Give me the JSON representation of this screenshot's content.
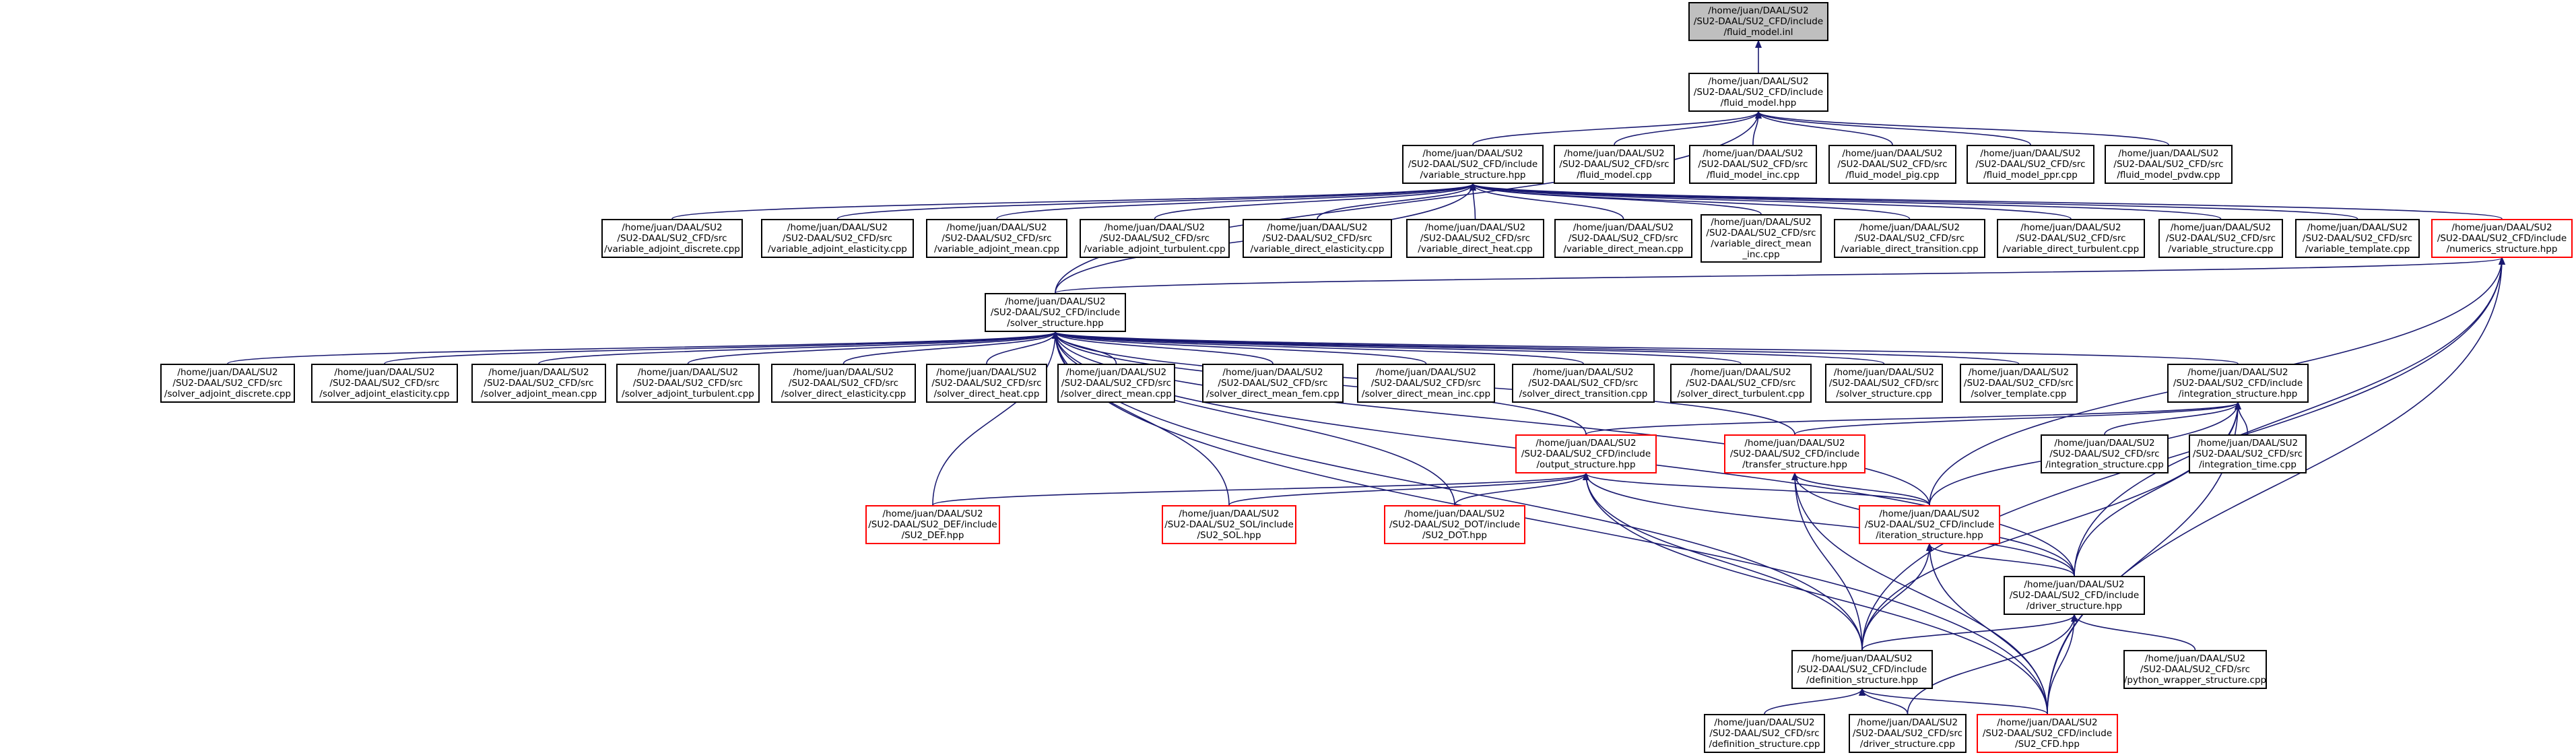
{
  "diagram": {
    "colors": {
      "edge": "#191970",
      "root_fill": "#bfbfbf",
      "normal_border": "#000000",
      "highlighted_border": "#ff0000"
    },
    "nodes": [
      {
        "id": "fluid_model_inl",
        "lines": [
          "/home/juan/DAAL/SU2",
          "/SU2-DAAL/SU2_CFD/include",
          "/fluid_model.inl"
        ],
        "style": "root"
      },
      {
        "id": "fluid_model_hpp",
        "lines": [
          "/home/juan/DAAL/SU2",
          "/SU2-DAAL/SU2_CFD/include",
          "/fluid_model.hpp"
        ],
        "style": "normal"
      },
      {
        "id": "variable_structure_hpp",
        "lines": [
          "/home/juan/DAAL/SU2",
          "/SU2-DAAL/SU2_CFD/include",
          "/variable_structure.hpp"
        ],
        "style": "normal"
      },
      {
        "id": "fluid_model_cpp",
        "lines": [
          "/home/juan/DAAL/SU2",
          "/SU2-DAAL/SU2_CFD/src",
          "/fluid_model.cpp"
        ],
        "style": "normal"
      },
      {
        "id": "fluid_model_inc_cpp",
        "lines": [
          "/home/juan/DAAL/SU2",
          "/SU2-DAAL/SU2_CFD/src",
          "/fluid_model_inc.cpp"
        ],
        "style": "normal"
      },
      {
        "id": "fluid_model_pig_cpp",
        "lines": [
          "/home/juan/DAAL/SU2",
          "/SU2-DAAL/SU2_CFD/src",
          "/fluid_model_pig.cpp"
        ],
        "style": "normal"
      },
      {
        "id": "fluid_model_ppr_cpp",
        "lines": [
          "/home/juan/DAAL/SU2",
          "/SU2-DAAL/SU2_CFD/src",
          "/fluid_model_ppr.cpp"
        ],
        "style": "normal"
      },
      {
        "id": "fluid_model_pvdw_cpp",
        "lines": [
          "/home/juan/DAAL/SU2",
          "/SU2-DAAL/SU2_CFD/src",
          "/fluid_model_pvdw.cpp"
        ],
        "style": "normal"
      },
      {
        "id": "var_adj_discrete",
        "lines": [
          "/home/juan/DAAL/SU2",
          "/SU2-DAAL/SU2_CFD/src",
          "/variable_adjoint_discrete.cpp"
        ],
        "style": "normal"
      },
      {
        "id": "var_adj_elasticity",
        "lines": [
          "/home/juan/DAAL/SU2",
          "/SU2-DAAL/SU2_CFD/src",
          "/variable_adjoint_elasticity.cpp"
        ],
        "style": "normal"
      },
      {
        "id": "var_adj_mean",
        "lines": [
          "/home/juan/DAAL/SU2",
          "/SU2-DAAL/SU2_CFD/src",
          "/variable_adjoint_mean.cpp"
        ],
        "style": "normal"
      },
      {
        "id": "var_adj_turbulent",
        "lines": [
          "/home/juan/DAAL/SU2",
          "/SU2-DAAL/SU2_CFD/src",
          "/variable_adjoint_turbulent.cpp"
        ],
        "style": "normal"
      },
      {
        "id": "var_dir_elasticity",
        "lines": [
          "/home/juan/DAAL/SU2",
          "/SU2-DAAL/SU2_CFD/src",
          "/variable_direct_elasticity.cpp"
        ],
        "style": "normal"
      },
      {
        "id": "var_dir_heat",
        "lines": [
          "/home/juan/DAAL/SU2",
          "/SU2-DAAL/SU2_CFD/src",
          "/variable_direct_heat.cpp"
        ],
        "style": "normal"
      },
      {
        "id": "var_dir_mean",
        "lines": [
          "/home/juan/DAAL/SU2",
          "/SU2-DAAL/SU2_CFD/src",
          "/variable_direct_mean.cpp"
        ],
        "style": "normal"
      },
      {
        "id": "var_dir_mean_inc",
        "lines": [
          "/home/juan/DAAL/SU2",
          "/SU2-DAAL/SU2_CFD/src",
          "/variable_direct_mean",
          "_inc.cpp"
        ],
        "style": "normal"
      },
      {
        "id": "var_dir_transition",
        "lines": [
          "/home/juan/DAAL/SU2",
          "/SU2-DAAL/SU2_CFD/src",
          "/variable_direct_transition.cpp"
        ],
        "style": "normal"
      },
      {
        "id": "var_dir_turbulent",
        "lines": [
          "/home/juan/DAAL/SU2",
          "/SU2-DAAL/SU2_CFD/src",
          "/variable_direct_turbulent.cpp"
        ],
        "style": "normal"
      },
      {
        "id": "var_structure_cpp",
        "lines": [
          "/home/juan/DAAL/SU2",
          "/SU2-DAAL/SU2_CFD/src",
          "/variable_structure.cpp"
        ],
        "style": "normal"
      },
      {
        "id": "var_template_cpp",
        "lines": [
          "/home/juan/DAAL/SU2",
          "/SU2-DAAL/SU2_CFD/src",
          "/variable_template.cpp"
        ],
        "style": "normal"
      },
      {
        "id": "numerics_structure_hpp",
        "lines": [
          "/home/juan/DAAL/SU2",
          "/SU2-DAAL/SU2_CFD/include",
          "/numerics_structure.hpp"
        ],
        "style": "red"
      },
      {
        "id": "solver_structure_hpp",
        "lines": [
          "/home/juan/DAAL/SU2",
          "/SU2-DAAL/SU2_CFD/include",
          "/solver_structure.hpp"
        ],
        "style": "normal"
      },
      {
        "id": "sol_adj_discrete",
        "lines": [
          "/home/juan/DAAL/SU2",
          "/SU2-DAAL/SU2_CFD/src",
          "/solver_adjoint_discrete.cpp"
        ],
        "style": "normal"
      },
      {
        "id": "sol_adj_elasticity",
        "lines": [
          "/home/juan/DAAL/SU2",
          "/SU2-DAAL/SU2_CFD/src",
          "/solver_adjoint_elasticity.cpp"
        ],
        "style": "normal"
      },
      {
        "id": "sol_adj_mean",
        "lines": [
          "/home/juan/DAAL/SU2",
          "/SU2-DAAL/SU2_CFD/src",
          "/solver_adjoint_mean.cpp"
        ],
        "style": "normal"
      },
      {
        "id": "sol_adj_turbulent",
        "lines": [
          "/home/juan/DAAL/SU2",
          "/SU2-DAAL/SU2_CFD/src",
          "/solver_adjoint_turbulent.cpp"
        ],
        "style": "normal"
      },
      {
        "id": "sol_dir_elasticity",
        "lines": [
          "/home/juan/DAAL/SU2",
          "/SU2-DAAL/SU2_CFD/src",
          "/solver_direct_elasticity.cpp"
        ],
        "style": "normal"
      },
      {
        "id": "sol_dir_heat",
        "lines": [
          "/home/juan/DAAL/SU2",
          "/SU2-DAAL/SU2_CFD/src",
          "/solver_direct_heat.cpp"
        ],
        "style": "normal"
      },
      {
        "id": "sol_dir_mean",
        "lines": [
          "/home/juan/DAAL/SU2",
          "/SU2-DAAL/SU2_CFD/src",
          "/solver_direct_mean.cpp"
        ],
        "style": "normal"
      },
      {
        "id": "sol_dir_mean_fem",
        "lines": [
          "/home/juan/DAAL/SU2",
          "/SU2-DAAL/SU2_CFD/src",
          "/solver_direct_mean_fem.cpp"
        ],
        "style": "normal"
      },
      {
        "id": "sol_dir_mean_inc",
        "lines": [
          "/home/juan/DAAL/SU2",
          "/SU2-DAAL/SU2_CFD/src",
          "/solver_direct_mean_inc.cpp"
        ],
        "style": "normal"
      },
      {
        "id": "sol_dir_transition",
        "lines": [
          "/home/juan/DAAL/SU2",
          "/SU2-DAAL/SU2_CFD/src",
          "/solver_direct_transition.cpp"
        ],
        "style": "normal"
      },
      {
        "id": "sol_dir_turbulent",
        "lines": [
          "/home/juan/DAAL/SU2",
          "/SU2-DAAL/SU2_CFD/src",
          "/solver_direct_turbulent.cpp"
        ],
        "style": "normal"
      },
      {
        "id": "sol_structure_cpp",
        "lines": [
          "/home/juan/DAAL/SU2",
          "/SU2-DAAL/SU2_CFD/src",
          "/solver_structure.cpp"
        ],
        "style": "normal"
      },
      {
        "id": "sol_template_cpp",
        "lines": [
          "/home/juan/DAAL/SU2",
          "/SU2-DAAL/SU2_CFD/src",
          "/solver_template.cpp"
        ],
        "style": "normal"
      },
      {
        "id": "integration_structure_hpp",
        "lines": [
          "/home/juan/DAAL/SU2",
          "/SU2-DAAL/SU2_CFD/include",
          "/integration_structure.hpp"
        ],
        "style": "normal"
      },
      {
        "id": "output_structure_hpp",
        "lines": [
          "/home/juan/DAAL/SU2",
          "/SU2-DAAL/SU2_CFD/include",
          "/output_structure.hpp"
        ],
        "style": "red"
      },
      {
        "id": "transfer_structure_hpp",
        "lines": [
          "/home/juan/DAAL/SU2",
          "/SU2-DAAL/SU2_CFD/include",
          "/transfer_structure.hpp"
        ],
        "style": "red"
      },
      {
        "id": "integration_structure_cpp",
        "lines": [
          "/home/juan/DAAL/SU2",
          "/SU2-DAAL/SU2_CFD/src",
          "/integration_structure.cpp"
        ],
        "style": "normal"
      },
      {
        "id": "integration_time_cpp",
        "lines": [
          "/home/juan/DAAL/SU2",
          "/SU2-DAAL/SU2_CFD/src",
          "/integration_time.cpp"
        ],
        "style": "normal"
      },
      {
        "id": "su2_def_hpp",
        "lines": [
          "/home/juan/DAAL/SU2",
          "/SU2-DAAL/SU2_DEF/include",
          "/SU2_DEF.hpp"
        ],
        "style": "red"
      },
      {
        "id": "su2_sol_hpp",
        "lines": [
          "/home/juan/DAAL/SU2",
          "/SU2-DAAL/SU2_SOL/include",
          "/SU2_SOL.hpp"
        ],
        "style": "red"
      },
      {
        "id": "su2_dot_hpp",
        "lines": [
          "/home/juan/DAAL/SU2",
          "/SU2-DAAL/SU2_DOT/include",
          "/SU2_DOT.hpp"
        ],
        "style": "red"
      },
      {
        "id": "iteration_structure_hpp",
        "lines": [
          "/home/juan/DAAL/SU2",
          "/SU2-DAAL/SU2_CFD/include",
          "/iteration_structure.hpp"
        ],
        "style": "red"
      },
      {
        "id": "driver_structure_hpp",
        "lines": [
          "/home/juan/DAAL/SU2",
          "/SU2-DAAL/SU2_CFD/include",
          "/driver_structure.hpp"
        ],
        "style": "normal"
      },
      {
        "id": "definition_structure_hpp",
        "lines": [
          "/home/juan/DAAL/SU2",
          "/SU2-DAAL/SU2_CFD/include",
          "/definition_structure.hpp"
        ],
        "style": "normal"
      },
      {
        "id": "python_wrapper_cpp",
        "lines": [
          "/home/juan/DAAL/SU2",
          "/SU2-DAAL/SU2_CFD/src",
          "/python_wrapper_structure.cpp"
        ],
        "style": "normal"
      },
      {
        "id": "definition_structure_cpp",
        "lines": [
          "/home/juan/DAAL/SU2",
          "/SU2-DAAL/SU2_CFD/src",
          "/definition_structure.cpp"
        ],
        "style": "normal"
      },
      {
        "id": "driver_structure_cpp",
        "lines": [
          "/home/juan/DAAL/SU2",
          "/SU2-DAAL/SU2_CFD/src",
          "/driver_structure.cpp"
        ],
        "style": "normal"
      },
      {
        "id": "su2_cfd_hpp",
        "lines": [
          "/home/juan/DAAL/SU2",
          "/SU2-DAAL/SU2_CFD/include",
          "/SU2_CFD.hpp"
        ],
        "style": "red"
      }
    ],
    "edges": [
      [
        "fluid_model_inl",
        "fluid_model_hpp"
      ],
      [
        "fluid_model_hpp",
        "variable_structure_hpp"
      ],
      [
        "fluid_model_hpp",
        "fluid_model_cpp"
      ],
      [
        "fluid_model_hpp",
        "fluid_model_inc_cpp"
      ],
      [
        "fluid_model_hpp",
        "fluid_model_pig_cpp"
      ],
      [
        "fluid_model_hpp",
        "fluid_model_ppr_cpp"
      ],
      [
        "fluid_model_hpp",
        "fluid_model_pvdw_cpp"
      ],
      [
        "fluid_model_hpp",
        "solver_structure_hpp"
      ],
      [
        "variable_structure_hpp",
        "var_adj_discrete"
      ],
      [
        "variable_structure_hpp",
        "var_adj_elasticity"
      ],
      [
        "variable_structure_hpp",
        "var_adj_mean"
      ],
      [
        "variable_structure_hpp",
        "var_adj_turbulent"
      ],
      [
        "variable_structure_hpp",
        "var_dir_elasticity"
      ],
      [
        "variable_structure_hpp",
        "var_dir_heat"
      ],
      [
        "variable_structure_hpp",
        "var_dir_mean"
      ],
      [
        "variable_structure_hpp",
        "var_dir_mean_inc"
      ],
      [
        "variable_structure_hpp",
        "var_dir_transition"
      ],
      [
        "variable_structure_hpp",
        "var_dir_turbulent"
      ],
      [
        "variable_structure_hpp",
        "var_structure_cpp"
      ],
      [
        "variable_structure_hpp",
        "var_template_cpp"
      ],
      [
        "variable_structure_hpp",
        "numerics_structure_hpp"
      ],
      [
        "variable_structure_hpp",
        "solver_structure_hpp"
      ],
      [
        "numerics_structure_hpp",
        "solver_structure_hpp"
      ],
      [
        "numerics_structure_hpp",
        "iteration_structure_hpp"
      ],
      [
        "numerics_structure_hpp",
        "driver_structure_hpp"
      ],
      [
        "numerics_structure_hpp",
        "definition_structure_hpp"
      ],
      [
        "numerics_structure_hpp",
        "su2_cfd_hpp"
      ],
      [
        "solver_structure_hpp",
        "sol_adj_discrete"
      ],
      [
        "solver_structure_hpp",
        "sol_adj_elasticity"
      ],
      [
        "solver_structure_hpp",
        "sol_adj_mean"
      ],
      [
        "solver_structure_hpp",
        "sol_adj_turbulent"
      ],
      [
        "solver_structure_hpp",
        "sol_dir_elasticity"
      ],
      [
        "solver_structure_hpp",
        "sol_dir_heat"
      ],
      [
        "solver_structure_hpp",
        "sol_dir_mean"
      ],
      [
        "solver_structure_hpp",
        "sol_dir_mean_fem"
      ],
      [
        "solver_structure_hpp",
        "sol_dir_mean_inc"
      ],
      [
        "solver_structure_hpp",
        "sol_dir_transition"
      ],
      [
        "solver_structure_hpp",
        "sol_dir_turbulent"
      ],
      [
        "solver_structure_hpp",
        "sol_structure_cpp"
      ],
      [
        "solver_structure_hpp",
        "sol_template_cpp"
      ],
      [
        "solver_structure_hpp",
        "integration_structure_hpp"
      ],
      [
        "solver_structure_hpp",
        "output_structure_hpp"
      ],
      [
        "solver_structure_hpp",
        "transfer_structure_hpp"
      ],
      [
        "solver_structure_hpp",
        "su2_def_hpp"
      ],
      [
        "solver_structure_hpp",
        "su2_sol_hpp"
      ],
      [
        "solver_structure_hpp",
        "su2_dot_hpp"
      ],
      [
        "solver_structure_hpp",
        "iteration_structure_hpp"
      ],
      [
        "solver_structure_hpp",
        "driver_structure_hpp"
      ],
      [
        "solver_structure_hpp",
        "definition_structure_hpp"
      ],
      [
        "solver_structure_hpp",
        "su2_cfd_hpp"
      ],
      [
        "integration_structure_hpp",
        "integration_structure_cpp"
      ],
      [
        "integration_structure_hpp",
        "integration_time_cpp"
      ],
      [
        "integration_structure_hpp",
        "output_structure_hpp"
      ],
      [
        "integration_structure_hpp",
        "transfer_structure_hpp"
      ],
      [
        "integration_structure_hpp",
        "iteration_structure_hpp"
      ],
      [
        "integration_structure_hpp",
        "driver_structure_hpp"
      ],
      [
        "integration_structure_hpp",
        "definition_structure_hpp"
      ],
      [
        "integration_structure_hpp",
        "su2_cfd_hpp"
      ],
      [
        "output_structure_hpp",
        "su2_def_hpp"
      ],
      [
        "output_structure_hpp",
        "su2_sol_hpp"
      ],
      [
        "output_structure_hpp",
        "su2_dot_hpp"
      ],
      [
        "output_structure_hpp",
        "iteration_structure_hpp"
      ],
      [
        "output_structure_hpp",
        "driver_structure_hpp"
      ],
      [
        "output_structure_hpp",
        "definition_structure_hpp"
      ],
      [
        "output_structure_hpp",
        "su2_cfd_hpp"
      ],
      [
        "transfer_structure_hpp",
        "iteration_structure_hpp"
      ],
      [
        "transfer_structure_hpp",
        "driver_structure_hpp"
      ],
      [
        "transfer_structure_hpp",
        "definition_structure_hpp"
      ],
      [
        "transfer_structure_hpp",
        "su2_cfd_hpp"
      ],
      [
        "iteration_structure_hpp",
        "driver_structure_hpp"
      ],
      [
        "iteration_structure_hpp",
        "definition_structure_hpp"
      ],
      [
        "iteration_structure_hpp",
        "su2_cfd_hpp"
      ],
      [
        "driver_structure_hpp",
        "definition_structure_hpp"
      ],
      [
        "driver_structure_hpp",
        "python_wrapper_cpp"
      ],
      [
        "driver_structure_hpp",
        "driver_structure_cpp"
      ],
      [
        "driver_structure_hpp",
        "su2_cfd_hpp"
      ],
      [
        "definition_structure_hpp",
        "definition_structure_cpp"
      ],
      [
        "definition_structure_hpp",
        "driver_structure_cpp"
      ],
      [
        "definition_structure_hpp",
        "su2_cfd_hpp"
      ]
    ]
  }
}
